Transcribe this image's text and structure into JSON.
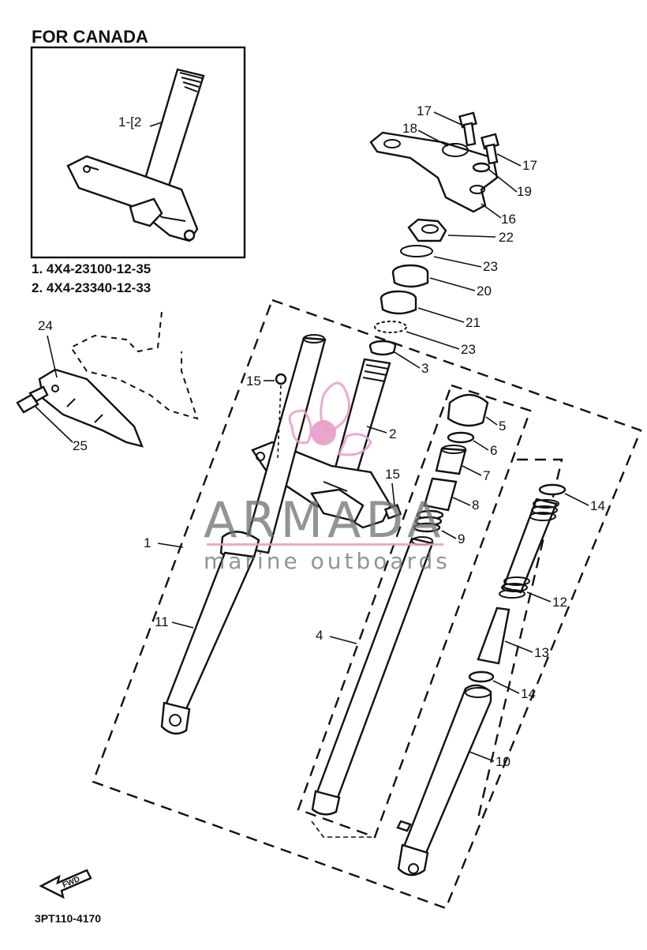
{
  "inset": {
    "title": "FOR CANADA",
    "callout": "1-[2",
    "part_numbers": [
      "1. 4X4-23100-12-35",
      "2. 4X4-23340-12-33"
    ]
  },
  "callouts": {
    "c1": "1",
    "c2": "2",
    "c3": "3",
    "c4": "4",
    "c5": "5",
    "c6": "6",
    "c7": "7",
    "c8": "8",
    "c9": "9",
    "c10": "10",
    "c11": "11",
    "c12": "12",
    "c13": "13",
    "c14a": "14",
    "c14b": "14",
    "c15a": "15",
    "c15b": "15",
    "c16": "16",
    "c17a": "17",
    "c17b": "17",
    "c18": "18",
    "c19": "19",
    "c20": "20",
    "c21": "21",
    "c22": "22",
    "c23a": "23",
    "c23b": "23",
    "c24": "24",
    "c25": "25"
  },
  "fwd_label": "FWD",
  "diagram_code": "3PT110-4170",
  "watermark": {
    "brand": "ARMADA",
    "tagline": "marine outboards",
    "accent_color": "#e79cc7"
  }
}
